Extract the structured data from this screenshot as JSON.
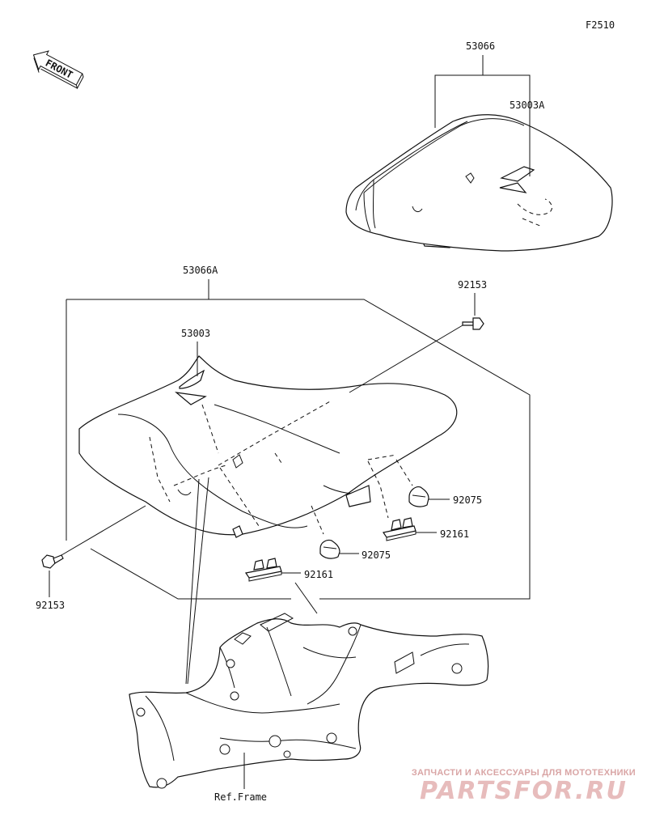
{
  "diagram_id": "F2510",
  "front_label": "FRONT",
  "labels": {
    "seat_rear": "53066",
    "strap_rear": "53003A",
    "seat_front": "53066A",
    "bolt_upper": "92153",
    "strap_front": "53003",
    "stopper_upper": "92075",
    "clip_upper": "92161",
    "stopper_lower": "92075",
    "bolt_lower": "92153",
    "clip_lower": "92161",
    "frame": "Ref.Frame"
  },
  "watermark": {
    "tagline": "ЗАПЧАСТИ И АКСЕССУАРЫ ДЛЯ МОТОТЕХНИКИ",
    "brand": "PARTSFOR.RU",
    "color": "#e7bcbc"
  }
}
